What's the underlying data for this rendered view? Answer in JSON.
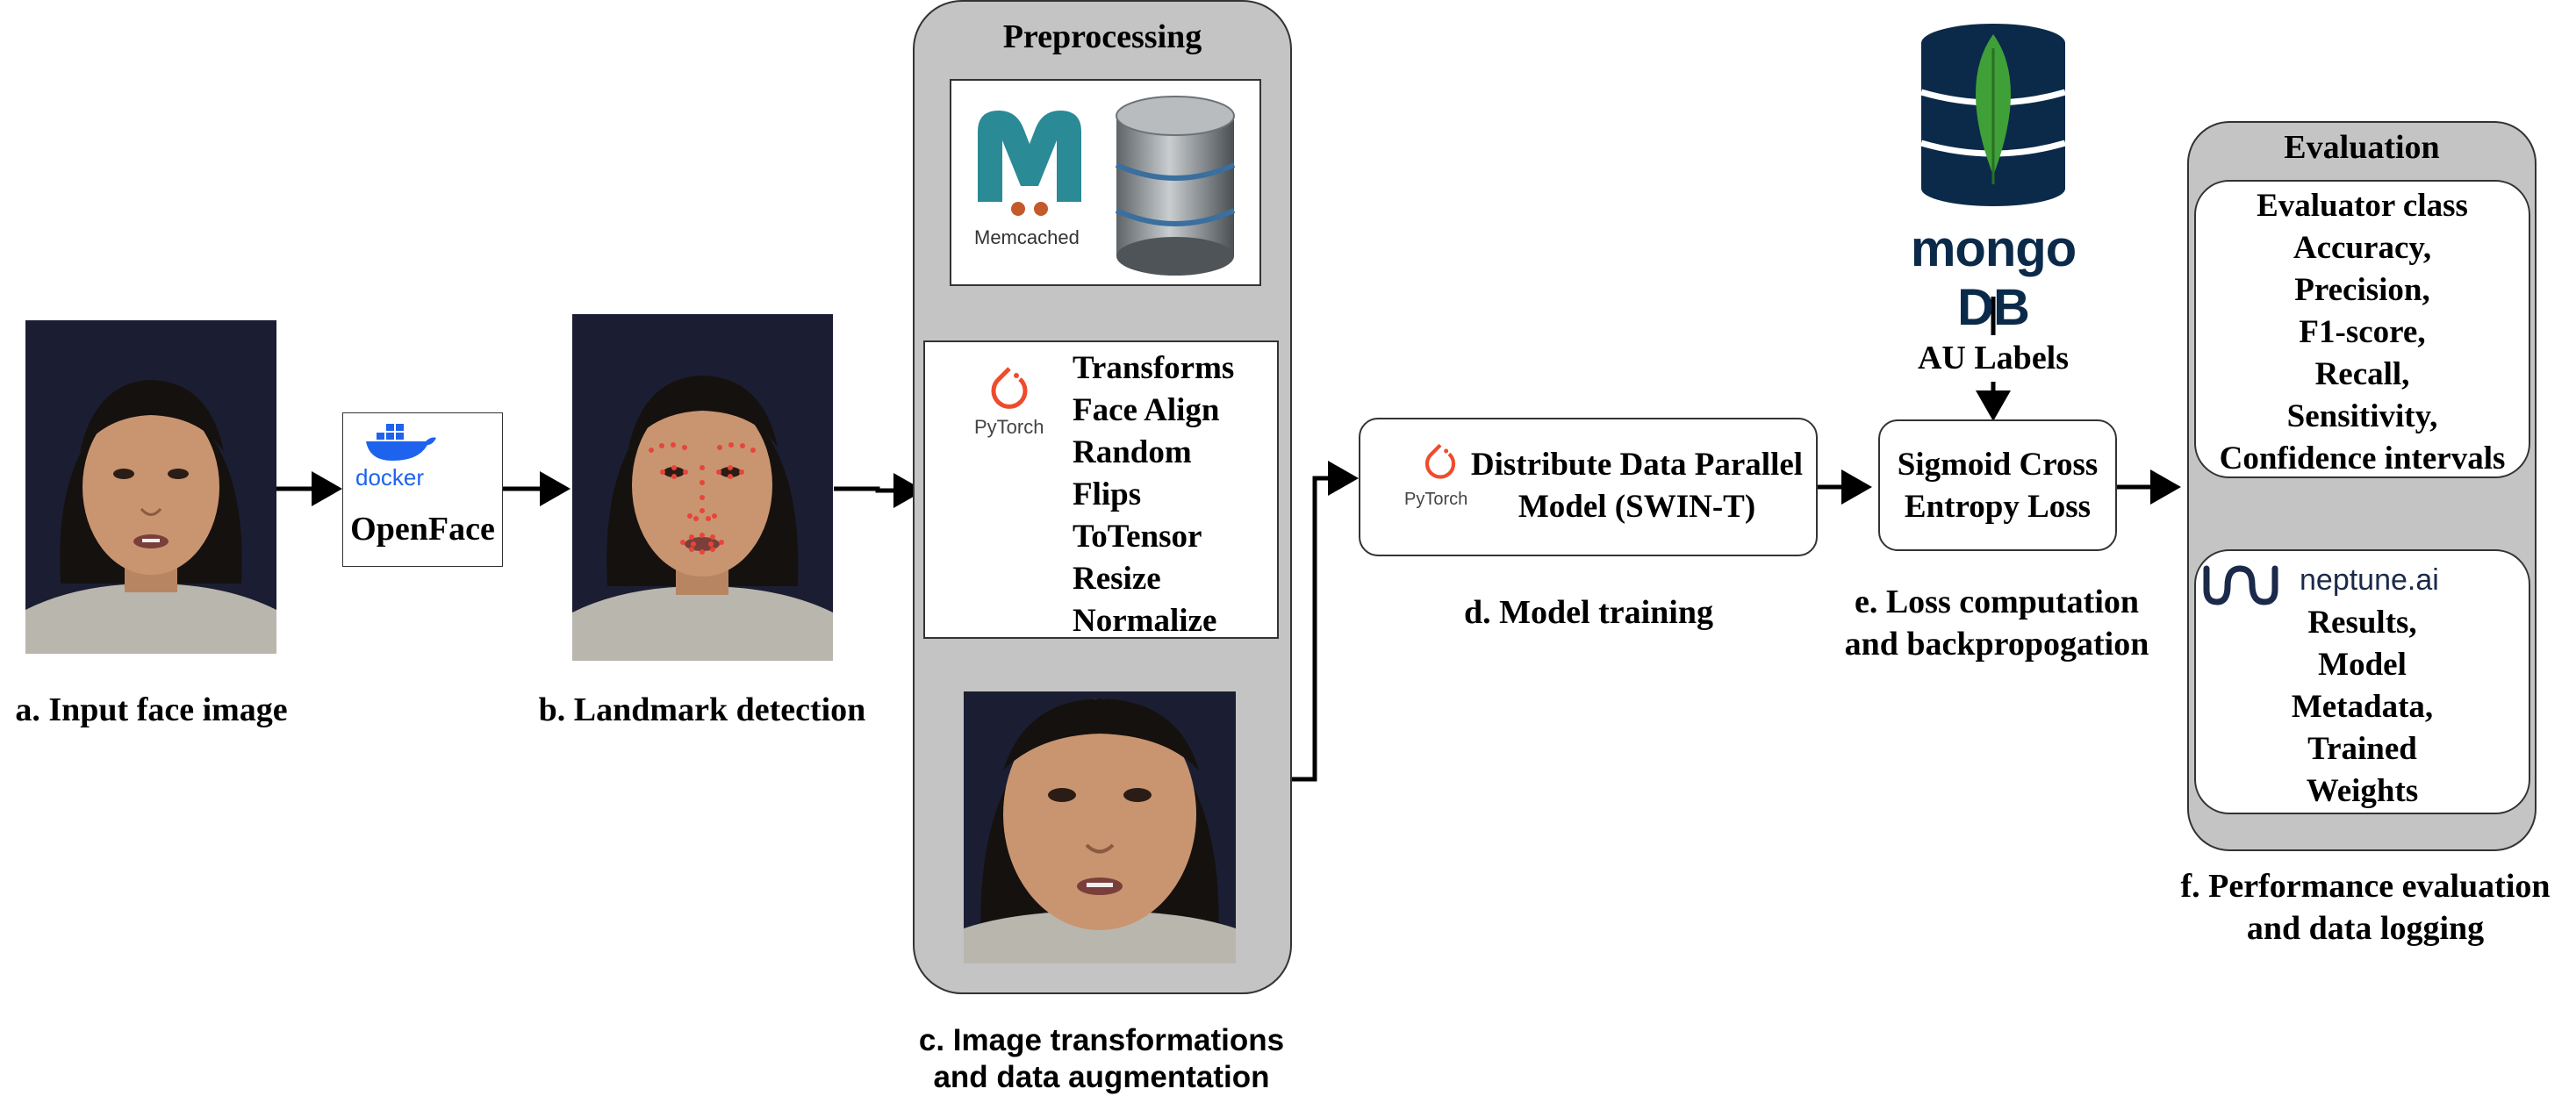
{
  "captions": {
    "a": "a. Input face image",
    "b": "b. Landmark detection",
    "c_line1": "c. Image transformations",
    "c_line2": "and data augmentation",
    "d": "d. Model training",
    "e_line1": "e. Loss computation",
    "e_line2": "and backpropogation",
    "f_line1": "f. Performance evaluation",
    "f_line2": "and data logging"
  },
  "openface": {
    "docker_text": "docker",
    "label": "OpenFace"
  },
  "preprocessing": {
    "title": "Preprocessing",
    "memcached_text": "Memcached",
    "pytorch_text": "PyTorch",
    "transforms": [
      "Transforms",
      "Face Align",
      "Random",
      "Flips",
      "ToTensor",
      "Resize",
      "Normalize"
    ]
  },
  "model": {
    "pytorch_text": "PyTorch",
    "line1": "Distribute Data Parallel",
    "line2": "Model (SWIN-T)"
  },
  "mongodb": {
    "logo_text": "mongo DB",
    "au_labels": "AU Labels"
  },
  "loss": {
    "line1": "Sigmoid Cross",
    "line2": "Entropy Loss"
  },
  "evaluation": {
    "title": "Evaluation",
    "metrics": [
      "Evaluator class",
      "Accuracy,",
      "Precision,",
      "F1-score,",
      "Recall,",
      "Sensitivity,",
      "Confidence intervals"
    ],
    "neptune_text": "neptune.ai",
    "logging": [
      "Results,",
      "Model",
      "Metadata,",
      "Trained",
      "Weights"
    ]
  },
  "colors": {
    "panel_gray": "#c4c4c4",
    "pytorch_orange": "#ee4c2c",
    "memcached_teal": "#2a8a96",
    "docker_blue": "#1d63ed",
    "mongodb_navy": "#0b2a4a",
    "mongodb_green": "#3fa037",
    "neptune_navy": "#1b2a4a",
    "landmark_red": "#e8443a"
  }
}
